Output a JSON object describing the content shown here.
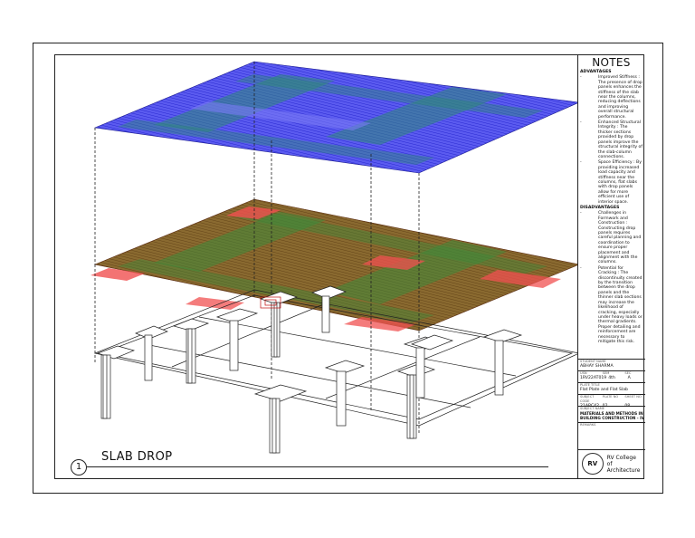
{
  "notes": {
    "title": "NOTES",
    "advantages_heading": "ADVANTAGES",
    "advantages": [
      "Improved Stiffness : The presence of drop panels enhances the stiffness of the slab near the columns, reducing deflections and improving overall structural performance.",
      "Enhanced Structural Integrity : The thicker sections provided by drop panels improve the structural integrity of the slab-column connections.",
      "Space Efficiency : By providing increased load capacity and stiffness near the columns, flat slabs with drop panels allow for more efficient use of interior space."
    ],
    "disadvantages_heading": "DISADVANTAGES",
    "disadvantages": [
      "Challenges in Formwork and Construction : Constructing drop panels requires careful planning and coordination to ensure proper placement and alignment with the columns.",
      "Potential for Cracking : The discontinuity created by the transition between the drop panels and the thinner slab sections may increase the likelihood of cracking, especially under heavy loads or thermal gradients. Proper detailing and reinforcement are necessary to mitigate this risk."
    ],
    "dash": "-"
  },
  "title_block": {
    "student_label": "STUDENT NAME",
    "student_name": "ABHAY SHARMA",
    "usn_label": "USN",
    "sem_label": "SEM",
    "sec_label": "SEC",
    "usn": "1RV22AT019",
    "sem": "4th",
    "sec": "A",
    "plate_label": "PLATE TITLE",
    "plate_title": "Flat Plate and Flat Slab",
    "code_label": "SUBJECT CODE",
    "plate_no_label": "PLATE NO",
    "sheet_no_label": "SHEET NO",
    "code": "21ARC42",
    "plate_no": "02",
    "sheet_no": "08",
    "subject_label": "SUBJECT NAME",
    "subject_name": "MATERIALS AND METHODS IN BUILDING CONSTRUCTION - IV",
    "remarks_label": "REMARKS"
  },
  "logo": {
    "mark": "RV",
    "name_line1": "RV College of",
    "name_line2": "Architecture"
  },
  "caption": {
    "number": "1",
    "title": "SLAB DROP"
  },
  "colors": {
    "top_slab": "#3a3ae8",
    "top_slab_dark": "#2b7a6a",
    "mid_slab": "#6b5a2a",
    "mid_slab_red": "#f05050",
    "mid_slab_green": "#3e8a3a"
  }
}
